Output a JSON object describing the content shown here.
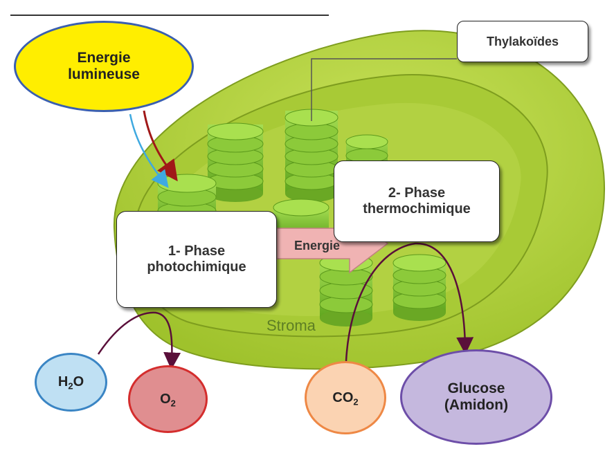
{
  "labels": {
    "light_energy": "Energie\nlumineuse",
    "thylakoids": "Thylakoïdes",
    "phase1": "1- Phase\nphotochimique",
    "phase2": "2- Phase\nthermochimique",
    "energy_arrow": "Energie",
    "stroma": "Stroma",
    "glucose": "Glucose\n(Amidon)"
  },
  "molecules": {
    "water": {
      "base": "H",
      "sub": "2",
      "tail": "O"
    },
    "oxygen": {
      "base": "O",
      "sub": "2"
    },
    "co2": {
      "base": "CO",
      "sub": "2"
    }
  },
  "colors": {
    "chloroplast_outer": "#b4d33c",
    "chloroplast_inner": "#a6c935",
    "granum": "#7fc02c",
    "sun_fill": "#ffee00",
    "sun_border": "#3a5fb0",
    "water_fill": "#bfe0f3",
    "water_border": "#3a85c4",
    "oxygen_fill": "#e08e90",
    "oxygen_border": "#d42d2d",
    "co2_fill": "#fbd3b2",
    "co2_border": "#ee8845",
    "glucose_fill": "#c5b8de",
    "glucose_border": "#6d4ea8",
    "energy_arrow_fill": "#f0b3b3",
    "curve_color": "#5a0f3a"
  }
}
